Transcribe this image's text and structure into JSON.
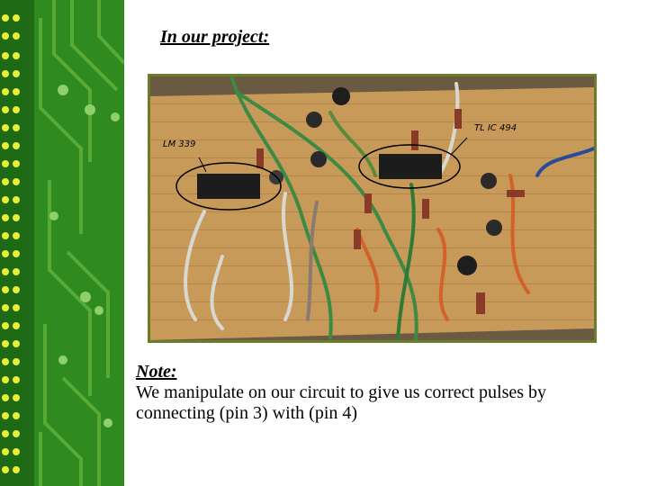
{
  "slide": {
    "title": "In our project:",
    "note": {
      "heading": "Note:",
      "body": "We manipulate on our circuit to give us correct pulses by connecting   (pin 3) with (pin 4)"
    }
  },
  "photo": {
    "labels": {
      "chip_left": "LM 339",
      "chip_right": "TL IC 494"
    }
  },
  "colors": {
    "sidebar_green": "#2f8a1f",
    "dot_yellow": "#e8ef3a",
    "board_tan": "#c79a5a",
    "frame_green": "#6b7d2a"
  }
}
